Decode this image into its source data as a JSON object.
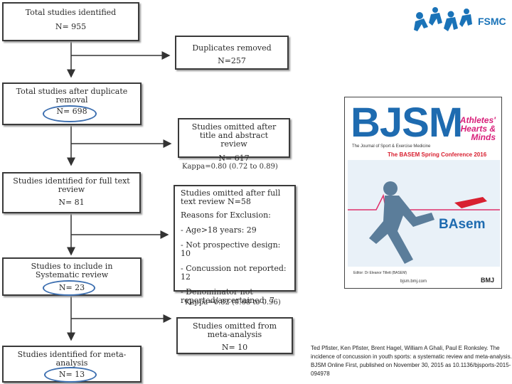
{
  "flow": {
    "total": {
      "label": "Total studies identified",
      "n": "N= 955"
    },
    "duplicates": {
      "label": "Duplicates removed",
      "n": "N=257"
    },
    "after_dup": {
      "label": "Total studies after duplicate removal",
      "n": "N= 698"
    },
    "omitted_title": {
      "label": "Studies omitted after title and abstract review",
      "n": "N= 617"
    },
    "kappa1": "Kappa=0.80 (0.72 to 0.89)",
    "full_text": {
      "label": "Studies identified for full text review",
      "n": "N= 81"
    },
    "omitted_full": {
      "head": "Studies omitted after full text review N=58",
      "reasons_title": "Reasons for Exclusion:",
      "r1": "- Age>18 years: 29",
      "r2": "- Not prospective design: 10",
      "r3": "- Concussion not reported: 12",
      "r4": "- Denominator not reported/ascertained: 7"
    },
    "kappa2": "Kappa=0.82 (0.68 to 0.96)",
    "systematic": {
      "label": "Studies to include in Systematic review",
      "n": "N= 23"
    },
    "omitted_meta": {
      "label": "Studies omitted from meta-analysis",
      "n": "N= 10"
    },
    "meta": {
      "label": "Studies identified for meta-analysis",
      "n": "N= 13"
    }
  },
  "logo": {
    "text": "FSMC"
  },
  "cover": {
    "title": "BJSM",
    "subtitle": "The Journal of Sport & Exercise Medicine",
    "athletes": "Athletes' Hearts & Minds",
    "conference": "The BASEM Spring Conference 2016",
    "basem": "BAsem",
    "editor": "Editor: Dr Eleanor Tillett (BASEM)",
    "url": "bjsm.bmj.com",
    "publisher": "BMJ"
  },
  "citation": "Ted Pfister, Ken Pfister, Brent Hagel, William A Ghali, Paul E Ronksley. The incidence of concussion in youth sports: a systematic review and meta-analysis. BJSM Online First, published on November 30, 2015 as 10.1136/bjsports-2015-094978",
  "colors": {
    "highlight_ellipse": "#3d6fb0",
    "logo": "#1a73b8",
    "bjsm_blue": "#1e6bb0",
    "athletes_pink": "#d8207a"
  }
}
